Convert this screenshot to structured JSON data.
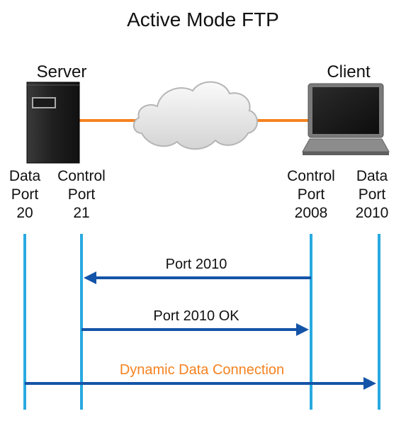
{
  "title": "Active Mode FTP",
  "nodes": {
    "server": {
      "label": "Server"
    },
    "client": {
      "label": "Client"
    }
  },
  "ports": [
    {
      "line1": "Data",
      "line2": "Port",
      "line3": "20"
    },
    {
      "line1": "Control",
      "line2": "Port",
      "line3": "21"
    },
    {
      "line1": "Control",
      "line2": "Port",
      "line3": "2008"
    },
    {
      "line1": "Data",
      "line2": "Port",
      "line3": "2010"
    }
  ],
  "messages": [
    {
      "text": "Port 2010",
      "direction": "left",
      "color": "#111111"
    },
    {
      "text": "Port 2010 OK",
      "direction": "right",
      "color": "#111111"
    },
    {
      "text": "Dynamic Data Connection",
      "direction": "right",
      "color": "#f58220"
    }
  ],
  "colors": {
    "timeline": "#29a9e0",
    "arrow": "#1454a8",
    "link": "#f58220",
    "highlight_text": "#f58220"
  },
  "icons": {
    "server": "server-icon",
    "client": "laptop-icon",
    "network": "cloud-icon"
  }
}
